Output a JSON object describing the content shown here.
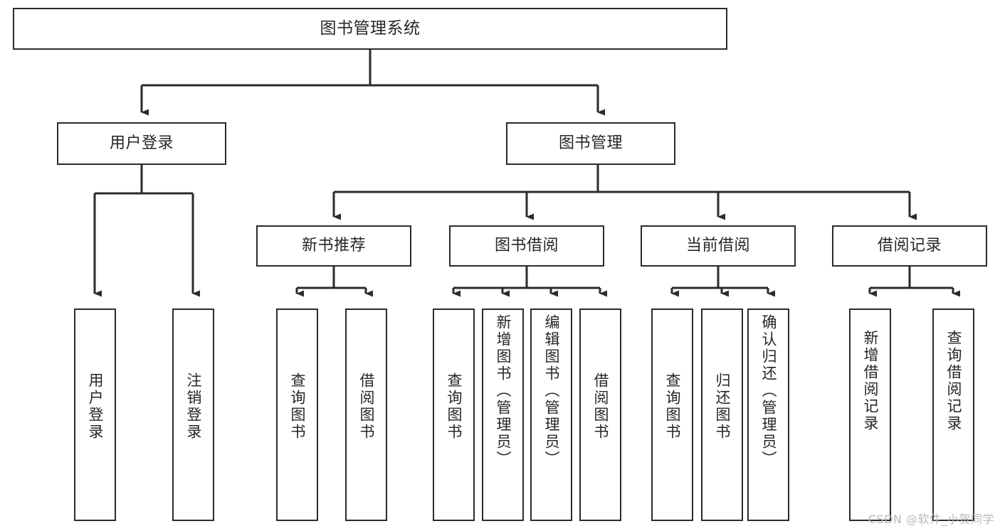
{
  "diagram": {
    "title": "图书管理系统",
    "type": "tree-hierarchy",
    "background_color": "#ffffff",
    "line_color": "#2b2b2b",
    "text_color": "#262626"
  },
  "root": {
    "label": "图书管理系统"
  },
  "level1": [
    {
      "label": "用户登录"
    },
    {
      "label": "图书管理"
    }
  ],
  "level2": [
    {
      "label": "新书推荐"
    },
    {
      "label": "图书借阅"
    },
    {
      "label": "当前借阅"
    },
    {
      "label": "借阅记录"
    }
  ],
  "leaves": {
    "user_login": [
      {
        "label": "用户登录"
      },
      {
        "label": "注销登录"
      }
    ],
    "new_book_recommend": [
      {
        "label": "查询图书"
      },
      {
        "label": "借阅图书"
      }
    ],
    "book_borrow": [
      {
        "label": "查询图书"
      },
      {
        "label": "新增图书（管理员）"
      },
      {
        "label": "编辑图书（管理员）"
      },
      {
        "label": "借阅图书"
      }
    ],
    "current_borrow": [
      {
        "label": "查询图书"
      },
      {
        "label": "归还图书"
      },
      {
        "label": "确认归还（管理员）"
      }
    ],
    "borrow_record": [
      {
        "label": "新增借阅记录"
      },
      {
        "label": "查询借阅记录"
      }
    ]
  },
  "watermark": {
    "text": "CSDN @软件_小贺同学"
  }
}
